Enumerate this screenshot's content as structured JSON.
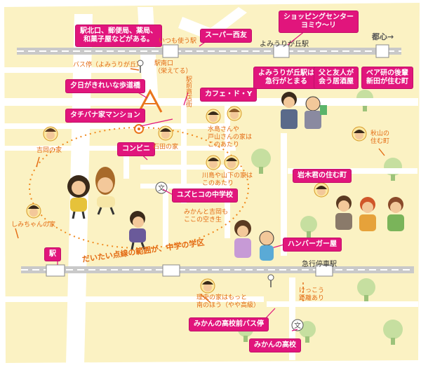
{
  "colors": {
    "paper": "#fbf2c3",
    "road": "#ffffff",
    "rail": "#c9c9c9",
    "label_bg": "#e1157c",
    "note_text": "#e36a12",
    "tree": "#c6dfa0",
    "school_circle": "#f08a1e"
  },
  "labels": {
    "shopping_center": "ショッピングセンター\nヨミウ〜リ",
    "station_north": "駅北口、郵便局、薬局、\n和菓子屋などがある。",
    "super": "スーパー西友",
    "sunset_bridge": "夕日がきれいな歩道橋",
    "cafe": "カフェ・ド・Y",
    "yomiuri_express": "よみうりが丘駅は\n急行がとまる",
    "izakaya": "父と友人が\n会う居酒屋",
    "beyaken": "ベア研の後輩\n新田が住む町",
    "tachibana_mansion": "タチバナ家マンション",
    "convenience": "コンビニ",
    "iwaki_town": "岩木君の住む町",
    "yuzuhiko_school": "ユズヒコの中学校",
    "hamburger": "ハンバーガー屋",
    "station": "駅",
    "bus_stop_school": "みかんの高校前バス停",
    "mikan_high": "みかんの高校"
  },
  "notes": {
    "always_station": "いつも使う駅",
    "bus_stop_yomiuri": "バス停（よみうりが丘）",
    "station_south": "駅南口\n（栄えてる）",
    "shopping_street": "駅前商店街",
    "mizushima": "水島さんや\n戸山さんの家は\nこのあたり",
    "kawashima": "川島や山下の家は\nこのあたり",
    "yoshioka_house": "吉岡の家",
    "ishida_house": "石田の家",
    "shimachan_house": "しみちゃんの家",
    "vacant_lot": "みかんと吉岡も\nここの空き生",
    "akiyama_town": "秋山の\n住む町",
    "rika_house": "理央の家はもっと\n南のほう（やや高級）",
    "pretty_far": "けっこう\n距離あり"
  },
  "places": {
    "yomiuri_station": "よみうりが丘駅",
    "toshin": "都心→",
    "express_station": "急行停車駅"
  },
  "caption": "だいたい点線の範囲が、中学の学区",
  "icons": [
    "school-icon",
    "tree-icon",
    "bus-stop-icon",
    "pedestrian-bridge-icon",
    "character-icon",
    "train-track-icon"
  ]
}
